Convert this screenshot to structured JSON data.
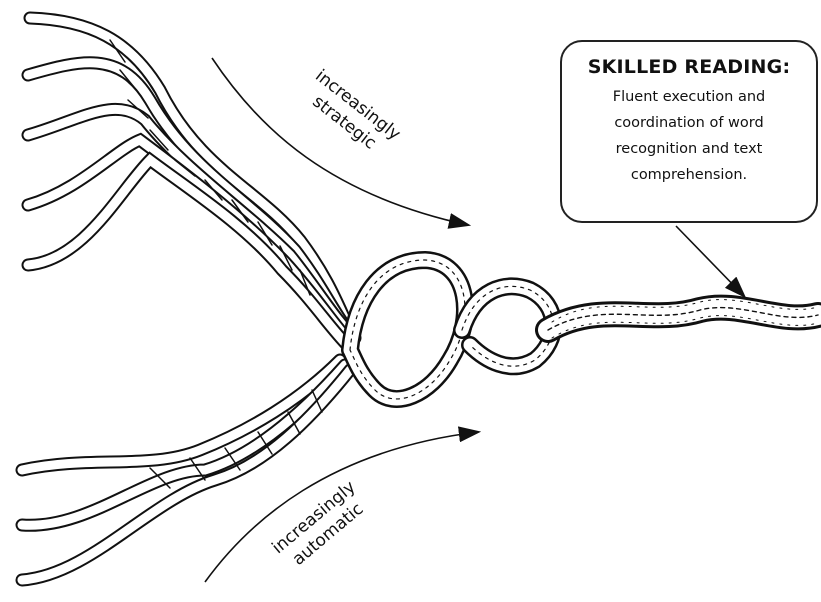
{
  "callout": {
    "title": "SKILLED READING:",
    "body": "Fluent execution and coordination of word recognition and text comprehension."
  },
  "labels": {
    "strategic_line1": "increasingly",
    "strategic_line2": "strategic",
    "automatic_line1": "increasingly",
    "automatic_line2": "automatic"
  },
  "colors": {
    "ink": "#111111",
    "rope_fill": "#ffffff",
    "background": "#ffffff"
  }
}
